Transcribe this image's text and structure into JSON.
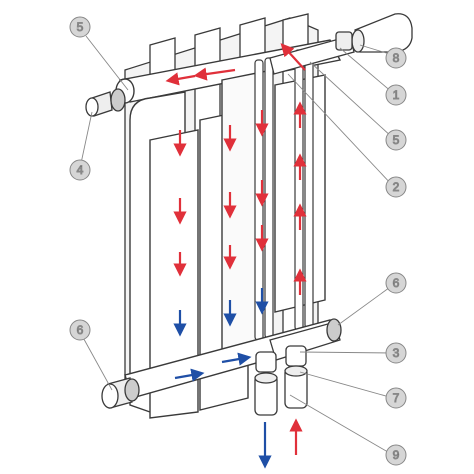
{
  "colors": {
    "hot": "#e0303a",
    "cold": "#1f4fa6",
    "outline": "#3a3a3a",
    "callout_fill": "#d6d6d6",
    "callout_stroke": "#888888"
  },
  "callouts": [
    {
      "id": "c5-top-left",
      "label": "5"
    },
    {
      "id": "c4",
      "label": "4"
    },
    {
      "id": "c6-bottom-left",
      "label": "6"
    },
    {
      "id": "c8",
      "label": "8"
    },
    {
      "id": "c1",
      "label": "1"
    },
    {
      "id": "c5-right",
      "label": "5"
    },
    {
      "id": "c2",
      "label": "2"
    },
    {
      "id": "c6-right",
      "label": "6"
    },
    {
      "id": "c3",
      "label": "3"
    },
    {
      "id": "c7",
      "label": "7"
    },
    {
      "id": "c9",
      "label": "9"
    }
  ],
  "legend": {
    "hot_flow_icon": "red-arrow-icon",
    "cold_flow_icon": "blue-arrow-icon"
  }
}
